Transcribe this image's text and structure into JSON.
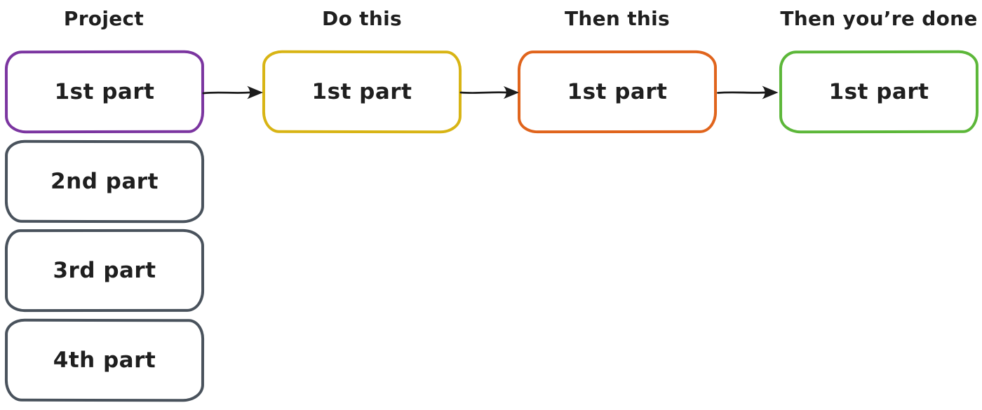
{
  "page": {
    "background_color": "#ffffff",
    "text_color": "#1f1f1f",
    "arrow_color": "#1c1c1c"
  },
  "diagram": {
    "columns": [
      {
        "header": "Project",
        "boxes": [
          {
            "label": "1st part",
            "border_color": "#7b35a0"
          },
          {
            "label": "2nd part",
            "border_color": "#49525c"
          },
          {
            "label": "3rd part",
            "border_color": "#49525c"
          },
          {
            "label": "4th part",
            "border_color": "#49525c"
          }
        ]
      },
      {
        "header": "Do this",
        "boxes": [
          {
            "label": "1st part",
            "border_color": "#d8b414"
          }
        ]
      },
      {
        "header": "Then this",
        "boxes": [
          {
            "label": "1st part",
            "border_color": "#e0641c"
          }
        ]
      },
      {
        "header": "Then you’re done",
        "boxes": [
          {
            "label": "1st part",
            "border_color": "#5cb739"
          }
        ]
      }
    ],
    "arrows": [
      {
        "icon": "arrow-right-icon",
        "from": "Project / 1st part",
        "to": "Do this / 1st part",
        "color": "#1c1c1c"
      },
      {
        "icon": "arrow-right-icon",
        "from": "Do this / 1st part",
        "to": "Then this / 1st part",
        "color": "#1c1c1c"
      },
      {
        "icon": "arrow-right-icon",
        "from": "Then this / 1st part",
        "to": "Then you’re done / 1st part",
        "color": "#1c1c1c"
      }
    ]
  }
}
